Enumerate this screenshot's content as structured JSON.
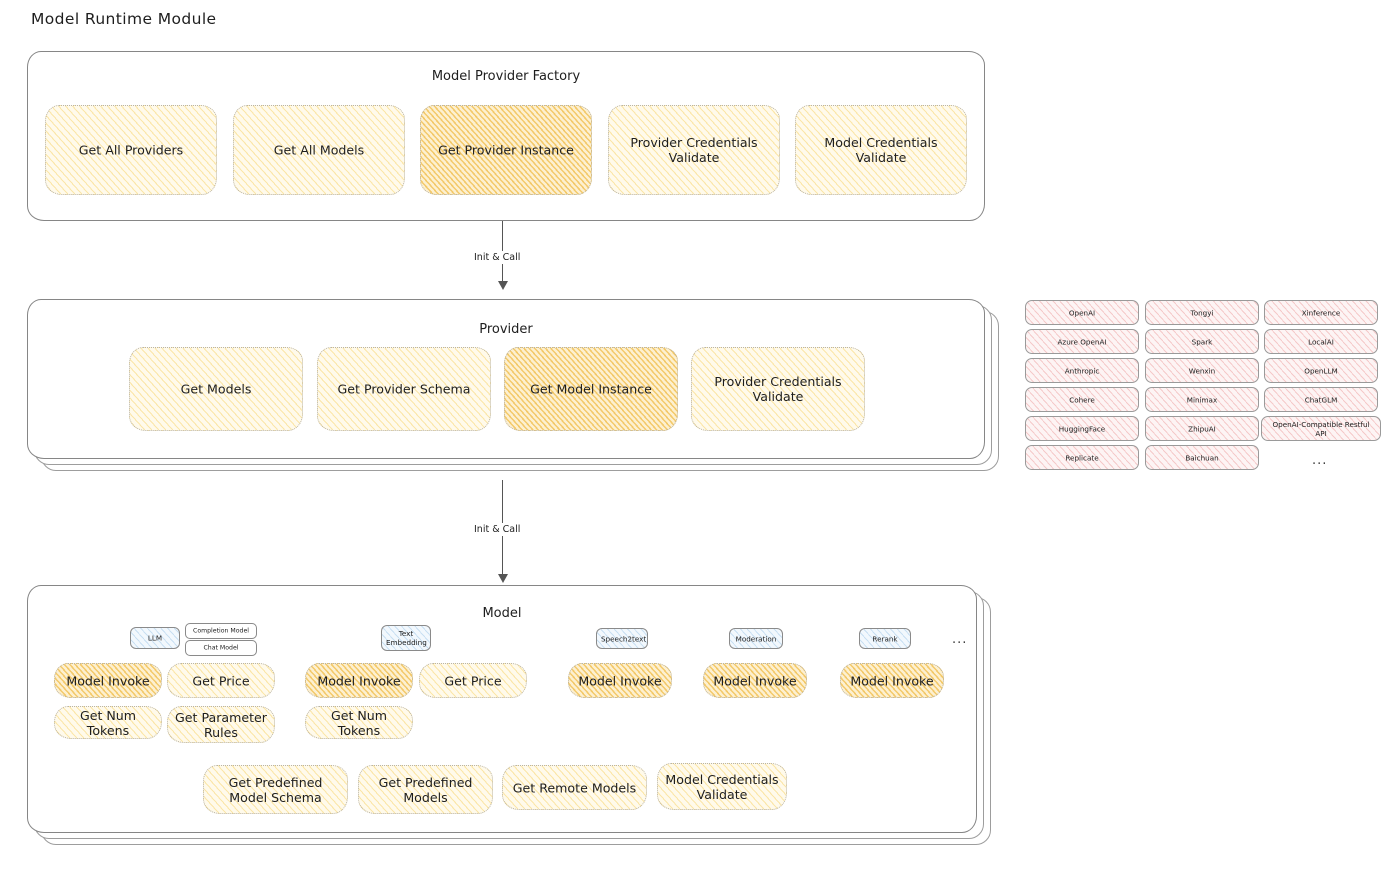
{
  "page": {
    "title": "Model Runtime Module"
  },
  "arrows": {
    "first_label": "Init & Call",
    "second_label": "Init & Call"
  },
  "factory": {
    "title": "Model Provider Factory",
    "boxes": [
      {
        "label": "Get All Providers",
        "highlight": false
      },
      {
        "label": "Get All Models",
        "highlight": false
      },
      {
        "label": "Get Provider Instance",
        "highlight": true
      },
      {
        "label": "Provider Credentials Validate",
        "highlight": false
      },
      {
        "label": "Model Credentials Validate",
        "highlight": false
      }
    ]
  },
  "provider": {
    "title": "Provider",
    "boxes": [
      {
        "label": "Get Models",
        "highlight": false
      },
      {
        "label": "Get Provider Schema",
        "highlight": false
      },
      {
        "label": "Get Model Instance",
        "highlight": true
      },
      {
        "label": "Provider Credentials Validate",
        "highlight": false
      }
    ]
  },
  "provider_list": {
    "columns": [
      [
        "OpenAI",
        "Azure OpenAI",
        "Anthropic",
        "Cohere",
        "HuggingFace",
        "Replicate"
      ],
      [
        "Tongyi",
        "Spark",
        "Wenxin",
        "Minimax",
        "ZhipuAI",
        "Baichuan"
      ],
      [
        "Xinference",
        "LocalAI",
        "OpenLLM",
        "ChatGLM",
        "OpenAI-Compatible Restful API"
      ]
    ],
    "more": "..."
  },
  "model": {
    "title": "Model",
    "ellipsis": "...",
    "types": [
      {
        "name": "LLM",
        "subtypes": [
          "Completion Model",
          "Chat Model"
        ]
      },
      {
        "name": "Text Embedding",
        "subtypes": []
      },
      {
        "name": "Speech2text",
        "subtypes": []
      },
      {
        "name": "Moderation",
        "subtypes": []
      },
      {
        "name": "Rerank",
        "subtypes": []
      }
    ],
    "llm_ops": [
      {
        "label": "Model Invoke",
        "highlight": true
      },
      {
        "label": "Get Price",
        "highlight": false
      },
      {
        "label": "Get Num Tokens",
        "highlight": false
      },
      {
        "label": "Get Parameter Rules",
        "highlight": false
      }
    ],
    "embedding_ops": [
      {
        "label": "Model Invoke",
        "highlight": true
      },
      {
        "label": "Get Price",
        "highlight": false
      },
      {
        "label": "Get Num Tokens",
        "highlight": false
      }
    ],
    "speech_ops": [
      {
        "label": "Model Invoke",
        "highlight": true
      }
    ],
    "moderation_ops": [
      {
        "label": "Model Invoke",
        "highlight": true
      }
    ],
    "rerank_ops": [
      {
        "label": "Model Invoke",
        "highlight": true
      }
    ],
    "common_ops": [
      {
        "label": "Get Predefined Model Schema",
        "highlight": false
      },
      {
        "label": "Get Predefined Models",
        "highlight": false
      },
      {
        "label": "Get Remote Models",
        "highlight": false
      },
      {
        "label": "Model Credentials Validate",
        "highlight": false
      }
    ]
  },
  "colors": {
    "yellow_light": "#fffaeb",
    "yellow_dark": "#fdf0d0",
    "pink": "#fdf4f4",
    "blue": "#f2f8fd",
    "stroke": "#868686",
    "text": "#1e1e1e"
  }
}
